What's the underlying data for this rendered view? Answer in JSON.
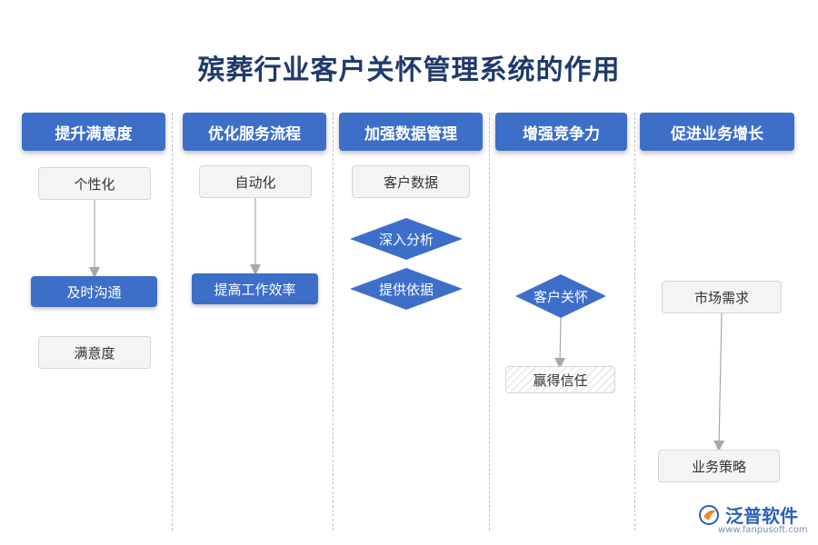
{
  "title": "殡葬行业客户关怀管理系统的作用",
  "columns": [
    {
      "header": "提升满意度",
      "items": [
        "个性化",
        "及时沟通",
        "满意度"
      ]
    },
    {
      "header": "优化服务流程",
      "items": [
        "自动化",
        "提高工作效率"
      ]
    },
    {
      "header": "加强数据管理",
      "items": [
        "客户数据",
        "深入分析",
        "提供依据"
      ]
    },
    {
      "header": "增强竞争力",
      "items": [
        "客户关怀",
        "赢得信任"
      ]
    },
    {
      "header": "促进业务增长",
      "items": [
        "市场需求",
        "业务策略"
      ]
    }
  ],
  "logo": {
    "name": "泛普软件",
    "url": "www.fanpusoft.com",
    "icon": "fanpu-logo-icon"
  },
  "colors": {
    "primary": "#3d6fc9",
    "title": "#1f3a6b",
    "box_bg": "#f4f4f4"
  }
}
